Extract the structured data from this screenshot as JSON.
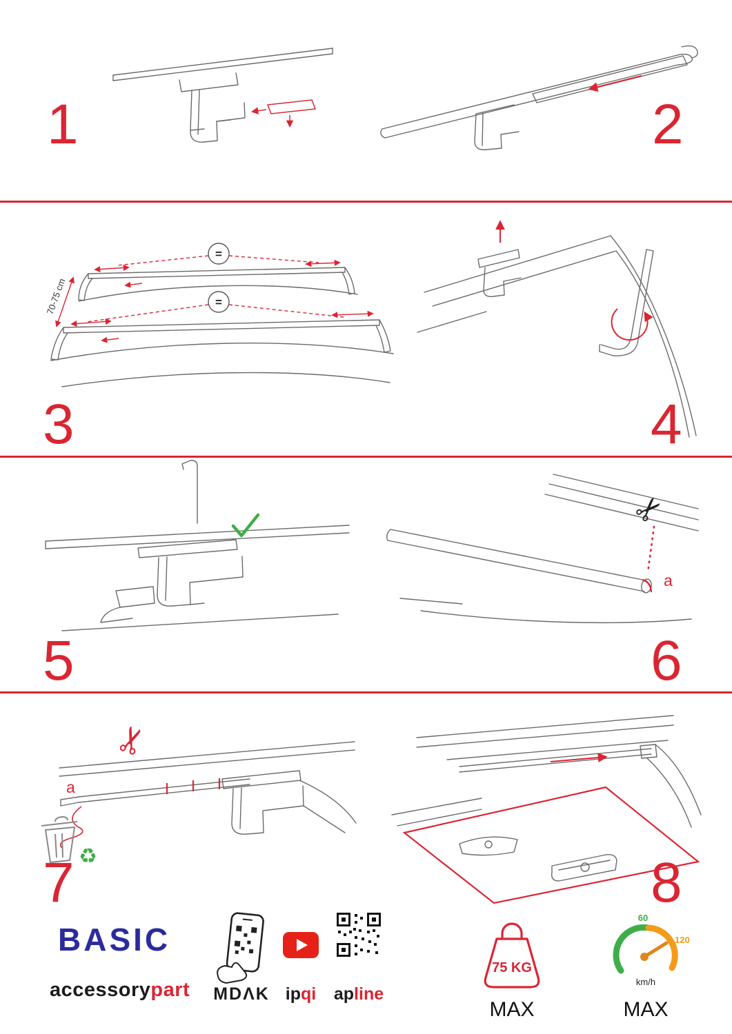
{
  "colors": {
    "accent_red": "#da2533",
    "brand_blue": "#2b2b9d",
    "green": "#3fae49",
    "orange": "#f59b1a",
    "youtube_red": "#e62117"
  },
  "icons": {
    "scissors": "✂",
    "recycle": "♻"
  },
  "steps": [
    {
      "label": "1"
    },
    {
      "label": "2"
    },
    {
      "label": "3",
      "measure": "70-75 cm",
      "equal_sign": "="
    },
    {
      "label": "4"
    },
    {
      "label": "5"
    },
    {
      "label": "6",
      "cut_label": "a"
    },
    {
      "label": "7",
      "cut_label": "a"
    },
    {
      "label": "8"
    }
  ],
  "footer": {
    "brand_title": "BASIC",
    "brand_sub_black": "accessory",
    "brand_sub_red": "part",
    "partner_qr_phone": "MDΛK",
    "partner_video_black": "ip",
    "partner_video_red": "qi",
    "partner_qr_black": "ap",
    "partner_qr_red": "line",
    "weight_value": "75 KG",
    "weight_max": "MAX",
    "speed_low": "60",
    "speed_high": "120",
    "speed_unit": "km/h",
    "speed_max": "MAX"
  }
}
